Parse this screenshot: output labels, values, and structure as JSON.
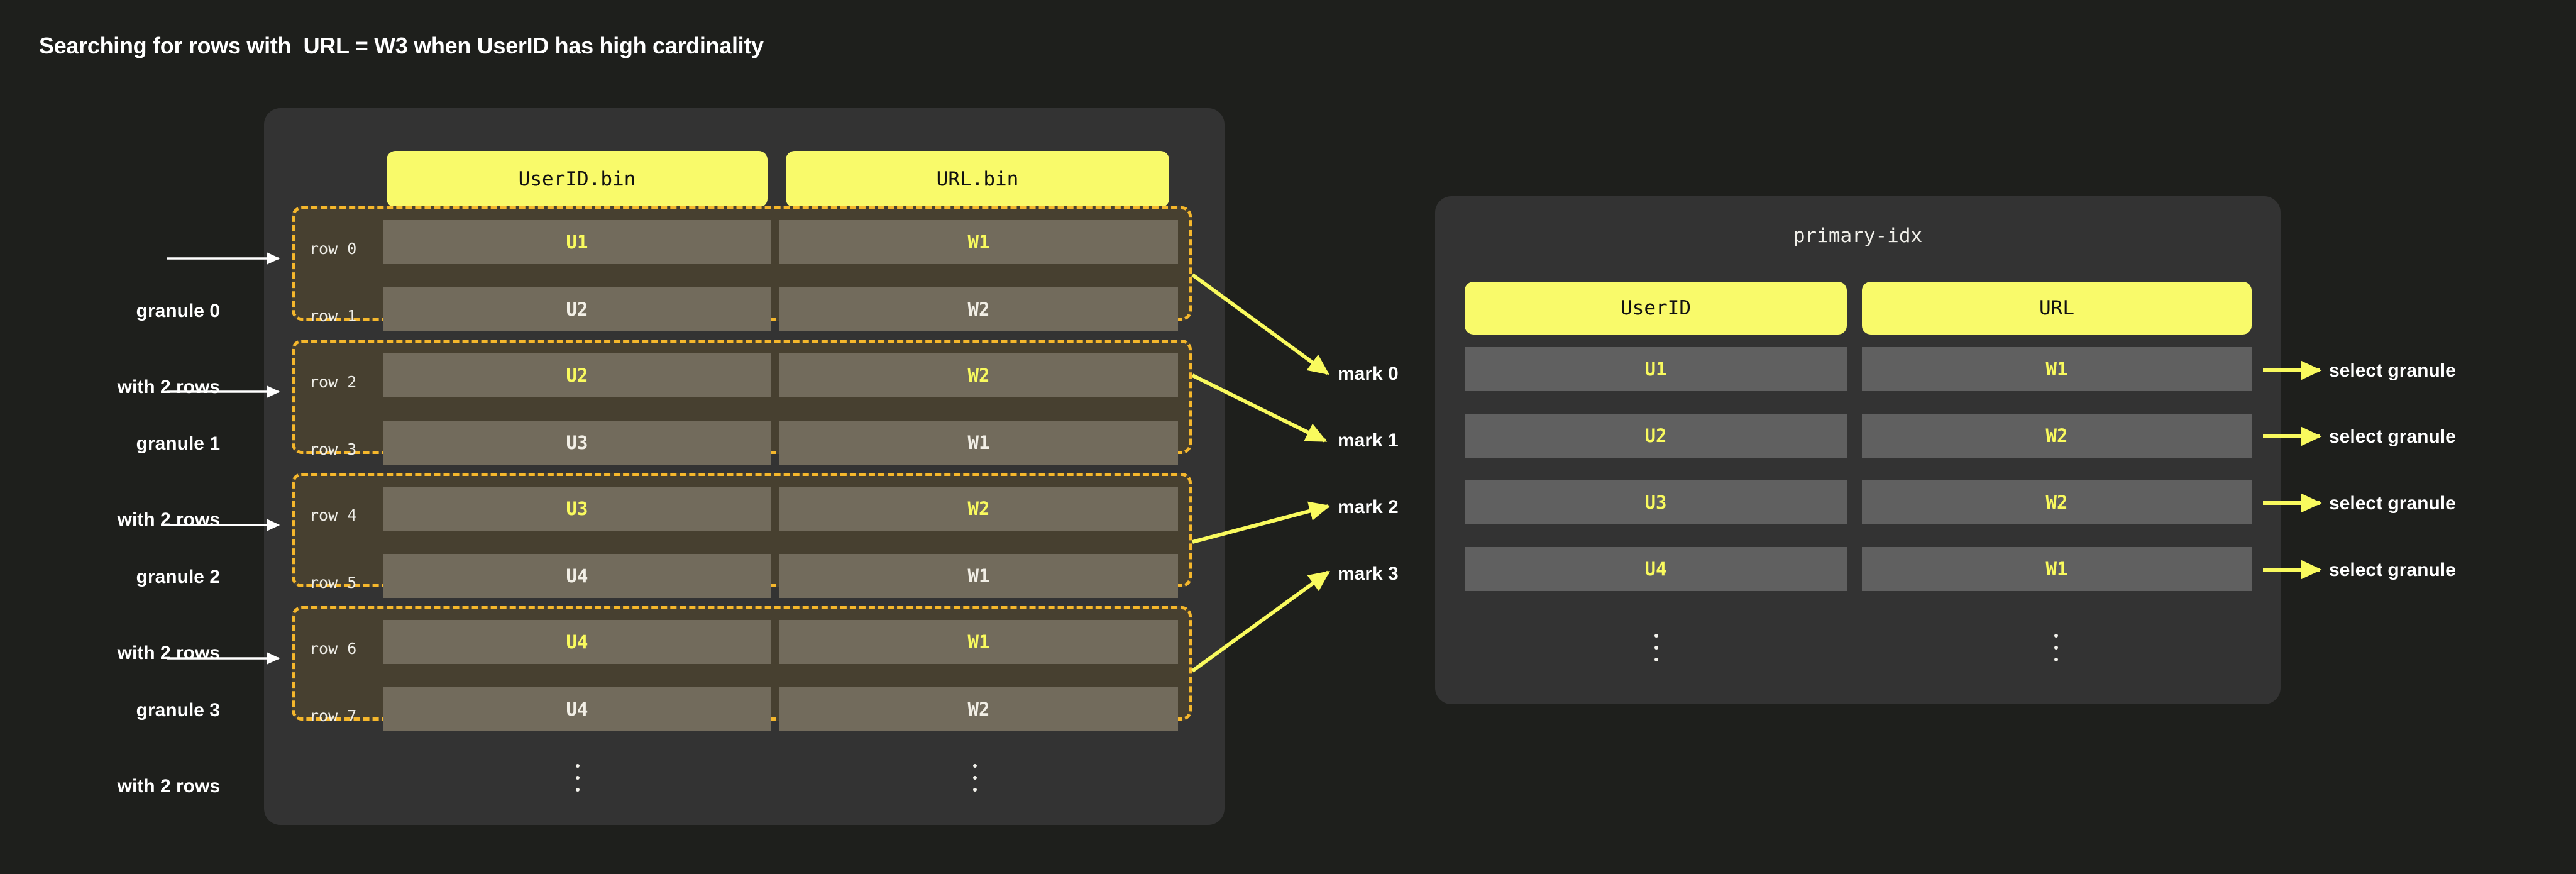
{
  "title": "Searching for rows with  URL = W3 when UserID has high cardinality",
  "colors": {
    "page_bg": "#1e1f1c",
    "panel_bg": "#333333",
    "accent_yellow": "#f9fa6a",
    "granule_border": "#f5b72c",
    "granule_fill": "#474030",
    "cell_bg": "#726b5c",
    "index_cell_bg": "#606060",
    "highlight_text": "#f9fa5e",
    "text": "#ffffff"
  },
  "parts_panel": {
    "columns": [
      {
        "label": "UserID.bin"
      },
      {
        "label": "URL.bin"
      }
    ],
    "rows": [
      {
        "label": "row 0",
        "userid": "U1",
        "url": "W1",
        "highlight": true
      },
      {
        "label": "row 1",
        "userid": "U2",
        "url": "W2",
        "highlight": false
      },
      {
        "label": "row 2",
        "userid": "U2",
        "url": "W2",
        "highlight": true
      },
      {
        "label": "row 3",
        "userid": "U3",
        "url": "W1",
        "highlight": false
      },
      {
        "label": "row 4",
        "userid": "U3",
        "url": "W2",
        "highlight": true
      },
      {
        "label": "row 5",
        "userid": "U4",
        "url": "W1",
        "highlight": false
      },
      {
        "label": "row 6",
        "userid": "U4",
        "url": "W1",
        "highlight": true
      },
      {
        "label": "row 7",
        "userid": "U4",
        "url": "W2",
        "highlight": false
      }
    ],
    "ellipsis": "⋮"
  },
  "granule_notes": [
    {
      "line1": "granule 0",
      "line2": "with 2 rows"
    },
    {
      "line1": "granule 1",
      "line2": "with 2 rows"
    },
    {
      "line1": "granule 2",
      "line2": "with 2 rows"
    },
    {
      "line1": "granule 3",
      "line2": "with 2 rows"
    }
  ],
  "marks": [
    {
      "label": "mark 0"
    },
    {
      "label": "mark 1"
    },
    {
      "label": "mark 2"
    },
    {
      "label": "mark 3"
    }
  ],
  "index_panel": {
    "title": "primary-idx",
    "columns": [
      {
        "label": "UserID"
      },
      {
        "label": "URL"
      }
    ],
    "rows": [
      {
        "userid": "U1",
        "url": "W1"
      },
      {
        "userid": "U2",
        "url": "W2"
      },
      {
        "userid": "U3",
        "url": "W2"
      },
      {
        "userid": "U4",
        "url": "W1"
      }
    ],
    "ellipsis": "⋮"
  },
  "select_notes": [
    {
      "label": "select granule"
    },
    {
      "label": "select granule"
    },
    {
      "label": "select granule"
    },
    {
      "label": "select granule"
    }
  ]
}
